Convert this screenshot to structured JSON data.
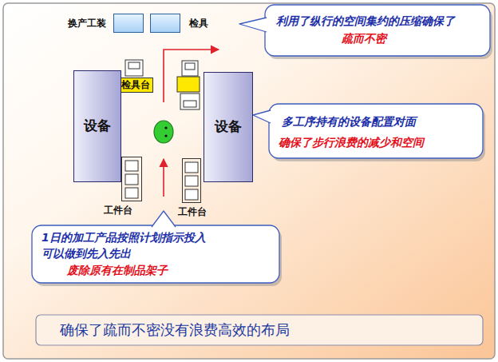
{
  "diagram": {
    "nodes": [
      {
        "text": [
          "换产工装"
        ]
      },
      {
        "text": [
          "检具"
        ]
      },
      {
        "text": [
          "利用了纵行的空间集约的压缩确保了",
          "疏而不密"
        ]
      },
      {
        "text": [
          "检具台"
        ]
      },
      {
        "text": [
          "设备"
        ]
      },
      {
        "text": [
          "设备"
        ]
      },
      {
        "text": [
          "多工序持有的设备配置对面",
          "确保了步行浪费的减少和空间"
        ]
      },
      {
        "text": [
          "工件台"
        ]
      },
      {
        "text": [
          "工件台"
        ]
      },
      {
        "text": [
          "1日的加工产品按照计划指示投入",
          "可以做到先入先出",
          "废除原有在制品架子"
        ]
      },
      {
        "text": [
          "确保了疏而不密没有浪费高效的布局"
        ]
      }
    ]
  }
}
